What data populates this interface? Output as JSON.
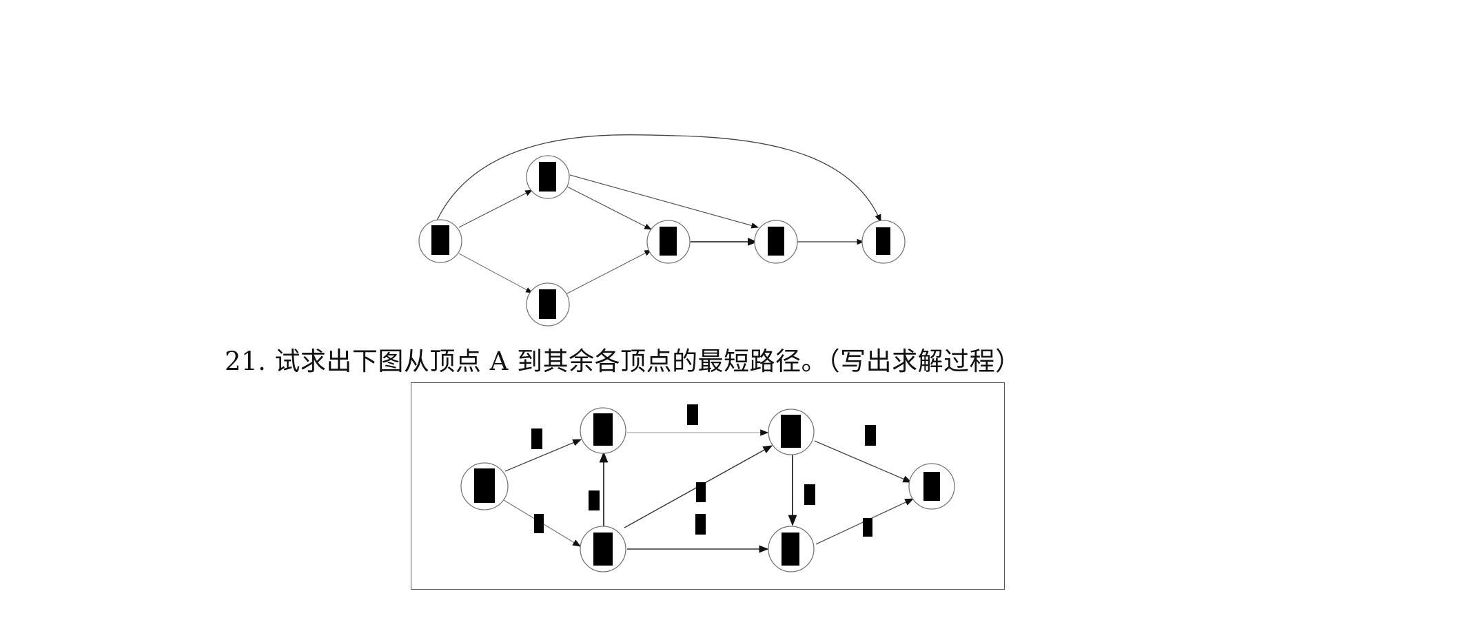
{
  "question": {
    "number": "21.",
    "text": "试求出下图从顶点 A 到其余各顶点的最短路径。（写出求解过程）"
  },
  "graph_top": {
    "node_labels": [
      "",
      "",
      "",
      "",
      "",
      ""
    ],
    "node_label_note": "labels are redacted (black boxes) in the original"
  },
  "graph_bottom": {
    "node_labels": [
      "",
      "",
      "",
      "",
      "",
      ""
    ],
    "edge_weights": [
      "",
      "",
      "",
      "",
      "",
      "",
      "",
      "",
      ""
    ]
  },
  "colors": {
    "redaction": "#000000",
    "line": "#222222"
  }
}
